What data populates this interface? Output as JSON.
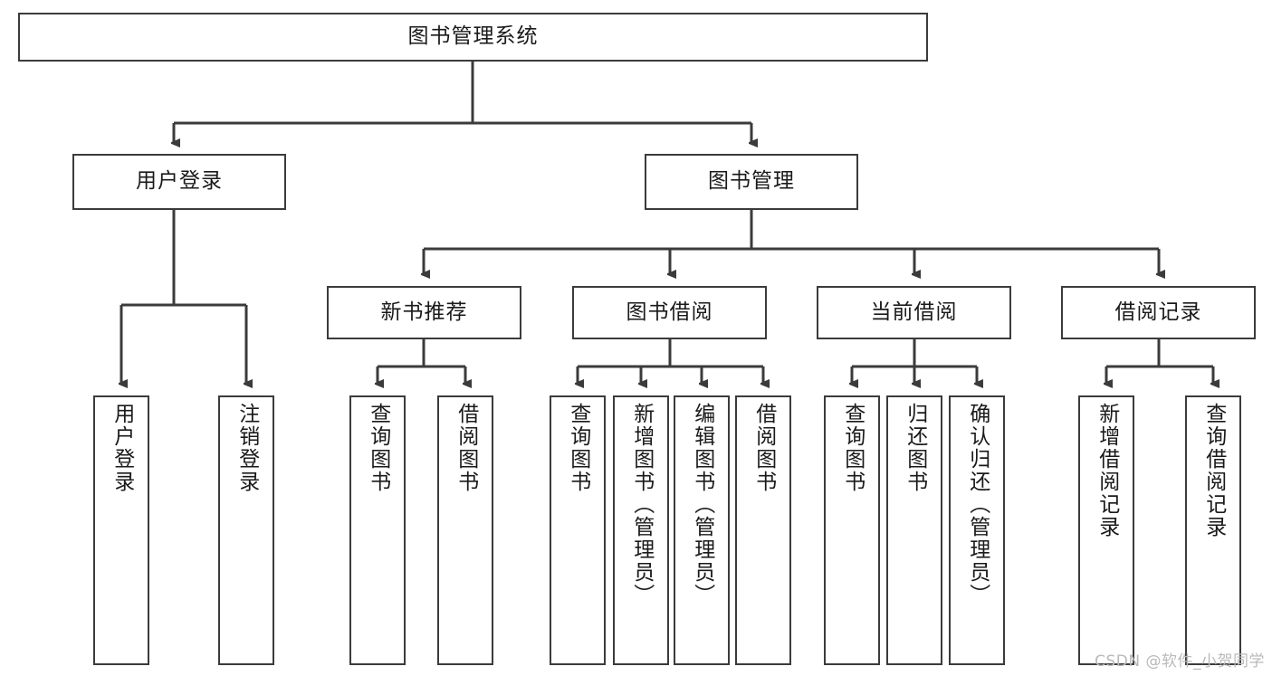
{
  "diagram": {
    "title": "图书管理系统",
    "type": "tree",
    "watermark": "CSDN @软件_小贺同学",
    "colors": {
      "border": "#3b3b3b",
      "text": "#1a1a1a",
      "background": "#ffffff",
      "connector": "#3b3b3b",
      "watermark": "#b9b9b9"
    },
    "nodes": {
      "root": {
        "label": "图书管理系统"
      },
      "level2": [
        {
          "id": "user-login",
          "label": "用户登录"
        },
        {
          "id": "book-manage",
          "label": "图书管理"
        }
      ],
      "level3": [
        {
          "id": "new-book-rec",
          "label": "新书推荐",
          "parent": "book-manage"
        },
        {
          "id": "book-borrow",
          "label": "图书借阅",
          "parent": "book-manage"
        },
        {
          "id": "current-borrow",
          "label": "当前借阅",
          "parent": "book-manage"
        },
        {
          "id": "borrow-record",
          "label": "借阅记录",
          "parent": "book-manage"
        }
      ],
      "leaves": [
        {
          "id": "leaf-user-login",
          "label": "用户登录",
          "parent": "user-login"
        },
        {
          "id": "leaf-logout",
          "label": "注销登录",
          "parent": "user-login"
        },
        {
          "id": "leaf-query-book-1",
          "label": "查询图书",
          "parent": "new-book-rec"
        },
        {
          "id": "leaf-borrow-book-1",
          "label": "借阅图书",
          "parent": "new-book-rec"
        },
        {
          "id": "leaf-query-book-2",
          "label": "查询图书",
          "parent": "book-borrow"
        },
        {
          "id": "leaf-add-book",
          "label": "新增图书（管理员）",
          "parent": "book-borrow"
        },
        {
          "id": "leaf-edit-book",
          "label": "编辑图书（管理员）",
          "parent": "book-borrow"
        },
        {
          "id": "leaf-borrow-book-2",
          "label": "借阅图书",
          "parent": "book-borrow"
        },
        {
          "id": "leaf-query-book-3",
          "label": "查询图书",
          "parent": "current-borrow"
        },
        {
          "id": "leaf-return-book",
          "label": "归还图书",
          "parent": "current-borrow"
        },
        {
          "id": "leaf-confirm-return",
          "label": "确认归还（管理员）",
          "parent": "current-borrow"
        },
        {
          "id": "leaf-add-record",
          "label": "新增借阅记录",
          "parent": "borrow-record"
        },
        {
          "id": "leaf-query-record",
          "label": "查询借阅记录",
          "parent": "borrow-record"
        }
      ]
    }
  }
}
